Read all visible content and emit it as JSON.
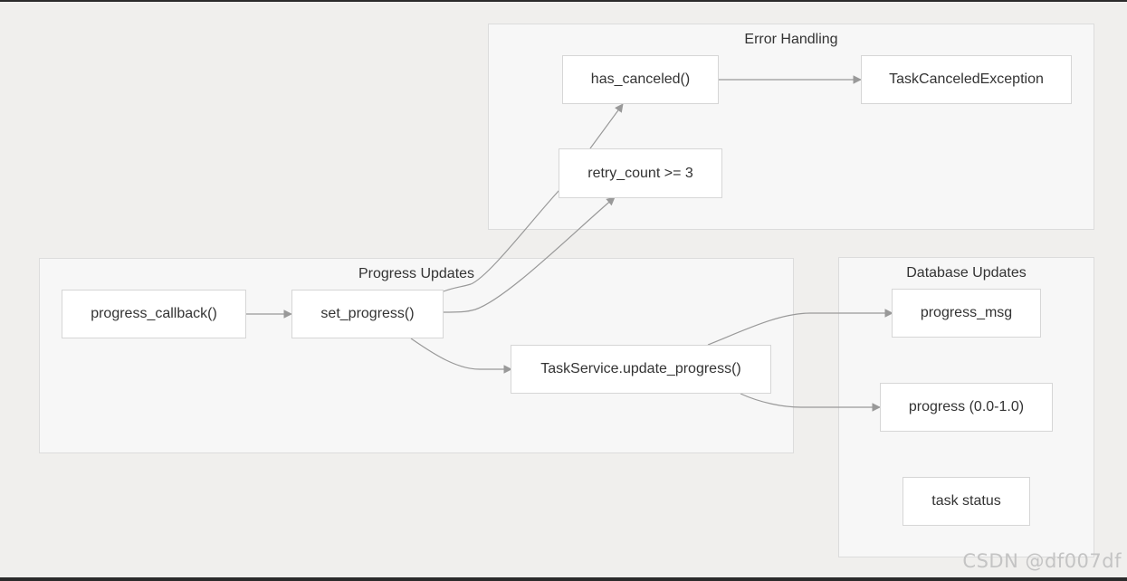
{
  "clusters": {
    "error_handling": {
      "title": "Error Handling"
    },
    "progress_updates": {
      "title": "Progress Updates"
    },
    "database_updates": {
      "title": "Database Updates"
    }
  },
  "nodes": {
    "has_canceled": "has_canceled()",
    "task_canceled_exception": "TaskCanceledException",
    "retry_count": "retry_count >= 3",
    "progress_callback": "progress_callback()",
    "set_progress": "set_progress()",
    "task_service_update_progress": "TaskService.update_progress()",
    "progress_msg": "progress_msg",
    "progress_value": "progress (0.0-1.0)",
    "task_status": "task status"
  },
  "watermark": "CSDN @df007df",
  "colors": {
    "background": "#f0efed",
    "cluster_fill": "#f7f7f7",
    "node_fill": "#ffffff",
    "edge": "#999999",
    "text": "#333333"
  }
}
